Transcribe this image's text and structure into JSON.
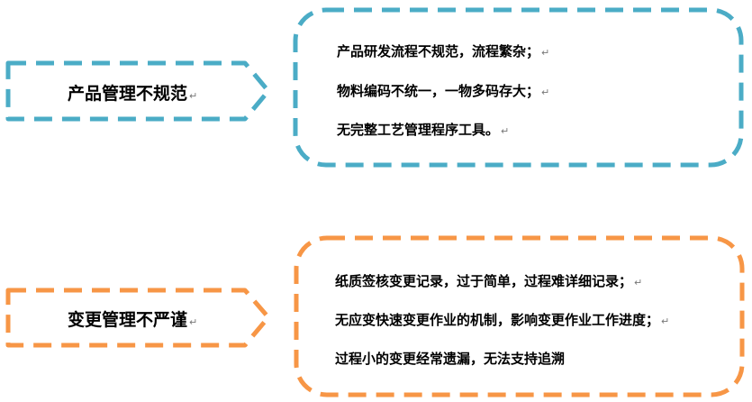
{
  "groups": [
    {
      "id": "product",
      "label": "产品管理不规范",
      "color": "#4BACC6",
      "points": [
        "产品研发流程不规范，流程繁杂；",
        "物料编码不统一，一物多码存大；",
        "无完整工艺管理程序工具。"
      ]
    },
    {
      "id": "change",
      "label": "变更管理不严谨",
      "color": "#F79646",
      "points": [
        "纸质签核变更记录，过于简单，过程难详细记录；",
        "无应变快速变更作业的机制，影响变更作业工作进度；",
        "过程小的变更经常遗漏，无法支持追溯"
      ]
    }
  ],
  "paragraph_mark": "↵"
}
